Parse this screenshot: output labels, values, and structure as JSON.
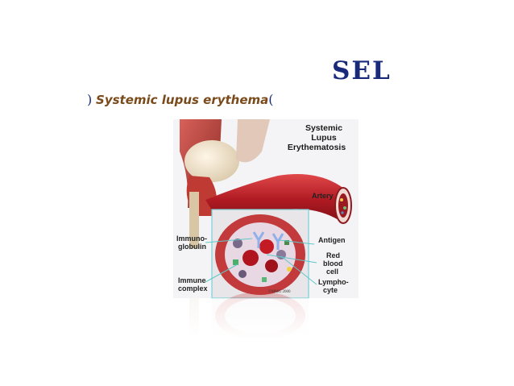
{
  "slide": {
    "title": "SEL",
    "subtitle": {
      "open_paren": ")",
      "term": "Systemic lupus erythema",
      "close_paren": "("
    }
  },
  "figure": {
    "title_lines": [
      "Systemic",
      "Lupus",
      "Erythematosis"
    ],
    "labels": {
      "artery": "Artery",
      "immunoglobulin": [
        "Immuno-",
        "globulin"
      ],
      "antigen": "Antigen",
      "red_blood_cell": [
        "Red",
        "blood",
        "cell"
      ],
      "immune_complex": [
        "Immune",
        "complex"
      ],
      "lymphocyte": [
        "Lympho-",
        "cyte"
      ]
    },
    "credit": "©MMG 2000"
  }
}
